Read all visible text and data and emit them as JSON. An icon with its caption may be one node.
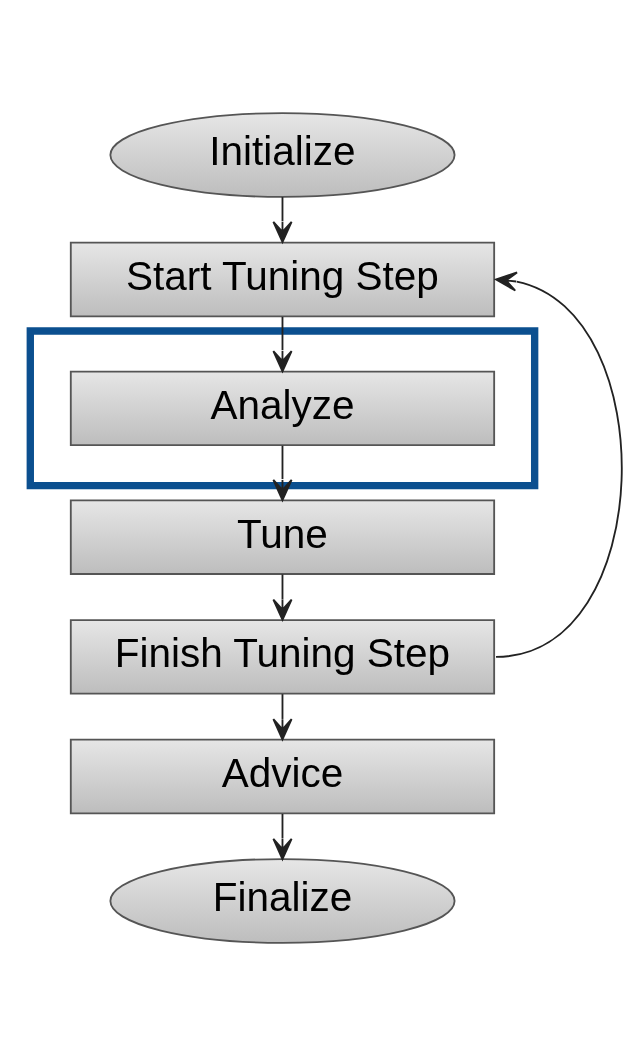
{
  "diagram": {
    "nodes": [
      {
        "text": [
          "Initialize"
        ]
      },
      {
        "text": [
          "Start Tuning Step"
        ]
      },
      {
        "text": [],
        "shape": "box"
      },
      {
        "text": [
          "Analyze"
        ],
        "in": 2
      },
      {
        "text": [
          "Tune"
        ]
      },
      {
        "text": [
          "Finish Tuning Step"
        ]
      },
      {
        "text": [
          "Advice"
        ]
      },
      {
        "text": [
          "Finalize"
        ]
      }
    ],
    "edges": [
      {
        "from": 0,
        "to": 1,
        "arrow": "to"
      },
      {
        "from": 1,
        "to": 3,
        "arrow": "to"
      },
      {
        "from": 3,
        "to": 4,
        "arrow": "to"
      },
      {
        "from": 4,
        "to": 5,
        "arrow": "to"
      },
      {
        "from": 5,
        "to": 6,
        "arrow": "to"
      },
      {
        "from": 5,
        "to": 1,
        "arrow": "to"
      },
      {
        "from": 6,
        "to": 7,
        "arrow": "to"
      }
    ]
  }
}
